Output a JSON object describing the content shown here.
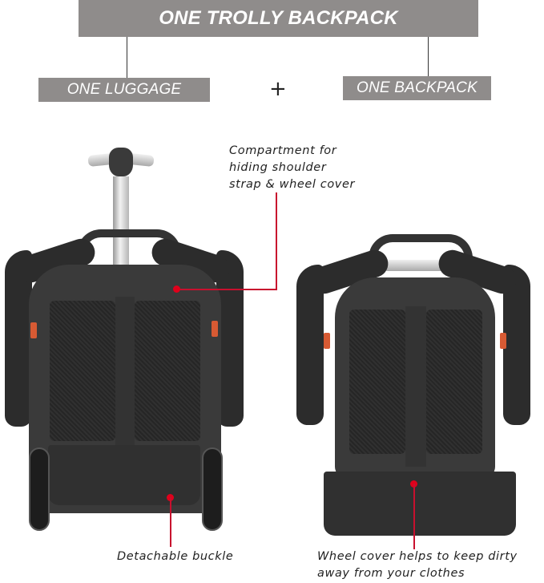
{
  "header": {
    "title": "ONE TROLLY BACKPACK",
    "left_label": "ONE LUGGAGE",
    "plus": "+",
    "right_label": "ONE BACKPACK"
  },
  "annotations": {
    "compartment": [
      "Compartment for",
      "hiding shoulder",
      "strap & wheel cover"
    ],
    "buckle": "Detachable buckle",
    "wheel_cover": [
      "Wheel cover helps to keep dirty",
      "away from your clothes"
    ]
  },
  "colors": {
    "label_box": "#8f8c8b",
    "label_text": "#ffffff",
    "annotation_line": "#c8102e",
    "bag_body": "#3a3a3a",
    "accent_orange": "#d75a33"
  },
  "images": {
    "left": "trolley-backpack-with-extended-handle-and-wheels",
    "right": "backpack-mode-with-wheel-cover"
  }
}
